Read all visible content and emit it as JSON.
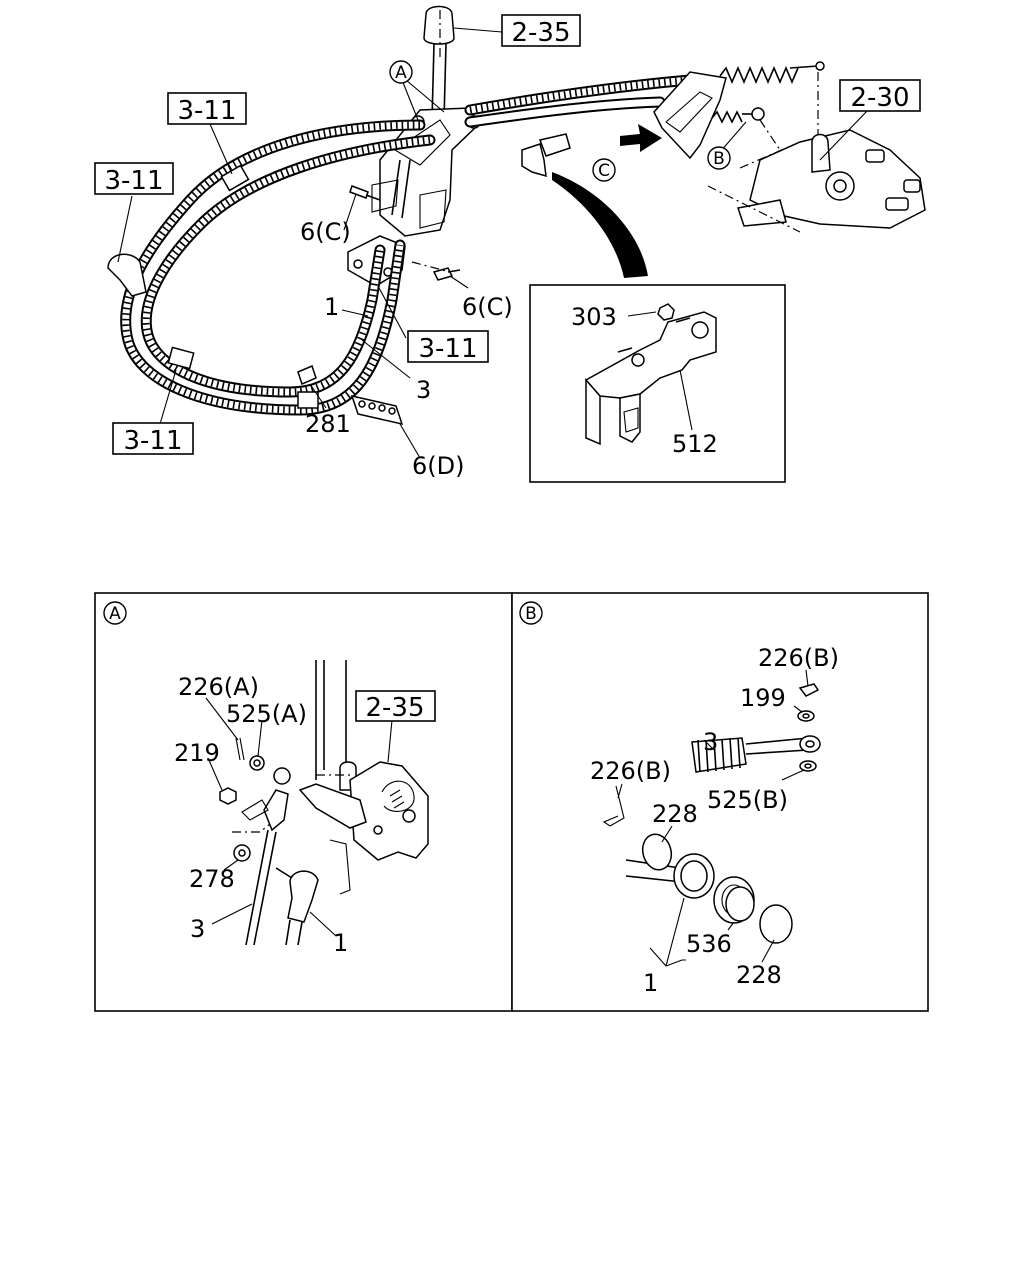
{
  "main_diagram": {
    "refs": {
      "shift_lever": "2-35",
      "cable_clip_top": "3-11",
      "cable_clip_left": "3-11",
      "cable_clip_center": "3-11",
      "cable_clip_bottom": "3-11",
      "transmission": "2-30"
    },
    "callouts": {
      "bolt_upper": "6(C)",
      "bolt_lower": "6(C)",
      "cable_select": "1",
      "cable_shift": "3",
      "grommet": "281",
      "bolt_plate": "6(D)",
      "nut": "303",
      "bracket": "512"
    },
    "circles": {
      "detail_a": "A",
      "detail_b": "B",
      "detail_c": "C"
    }
  },
  "detail_a": {
    "circle_letter": "A",
    "ref": "2-35",
    "callouts": {
      "clip_a": "226(A)",
      "washer_a": "525(A)",
      "nut": "219",
      "washer": "278",
      "cable_shift": "3",
      "cable_select": "1"
    }
  },
  "detail_b": {
    "circle_letter": "B",
    "callouts": {
      "clip_b_top": "226(B)",
      "washer_199": "199",
      "cable_shift": "3",
      "clip_b_left": "226(B)",
      "washer_b": "525(B)",
      "washer_228_top": "228",
      "bushing": "536",
      "washer_228_bottom": "228",
      "cable_select": "1"
    }
  }
}
